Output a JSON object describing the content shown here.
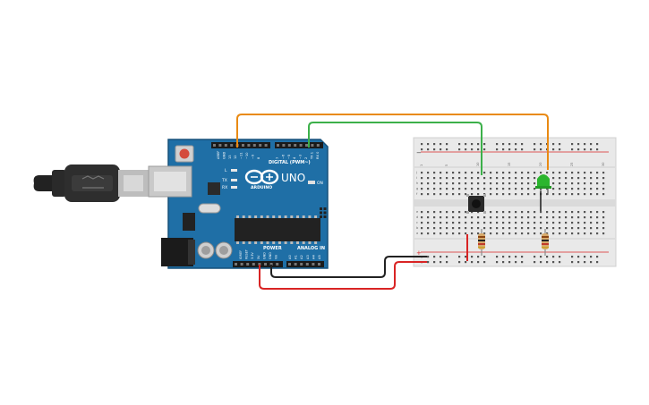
{
  "arduino": {
    "model": "UNO",
    "brand": "ARDUINO",
    "header_digital": "DIGITAL (PWM~)",
    "header_power": "POWER",
    "header_analog": "ANALOG IN",
    "label_aref": "AREF",
    "label_gnd": "GND",
    "label_on": "ON",
    "label_l": "L",
    "label_tx": "TX",
    "label_rx": "RX",
    "digital_pins": [
      "13",
      "12",
      "~11",
      "~10",
      "~9",
      "8",
      "7",
      "~6",
      "~5",
      "4",
      "~3",
      "2",
      "TX 1",
      "RX 0"
    ],
    "power_pins": [
      "IOREF",
      "RESET",
      "3.3V",
      "5V",
      "GND",
      "GND",
      "Vin"
    ],
    "analog_pins": [
      "A0",
      "A1",
      "A2",
      "A3",
      "A4",
      "A5"
    ]
  },
  "breadboard": {
    "col_numbers": [
      "1",
      "5",
      "10",
      "15",
      "20",
      "25",
      "30"
    ],
    "row_letters_top": [
      "j",
      "i",
      "h",
      "g",
      "f"
    ],
    "row_letters_bottom": [
      "e",
      "d",
      "c",
      "b",
      "a"
    ],
    "rail_plus": "+",
    "rail_minus": "−"
  },
  "wires": {
    "orange": "#e98a13",
    "green": "#3cb04a",
    "black": "#222222",
    "red": "#d92424"
  },
  "colors": {
    "board": "#1f6fa6",
    "board_dark": "#16507a",
    "breadboard": "#e9e9e9",
    "led": "#2bb52e"
  }
}
